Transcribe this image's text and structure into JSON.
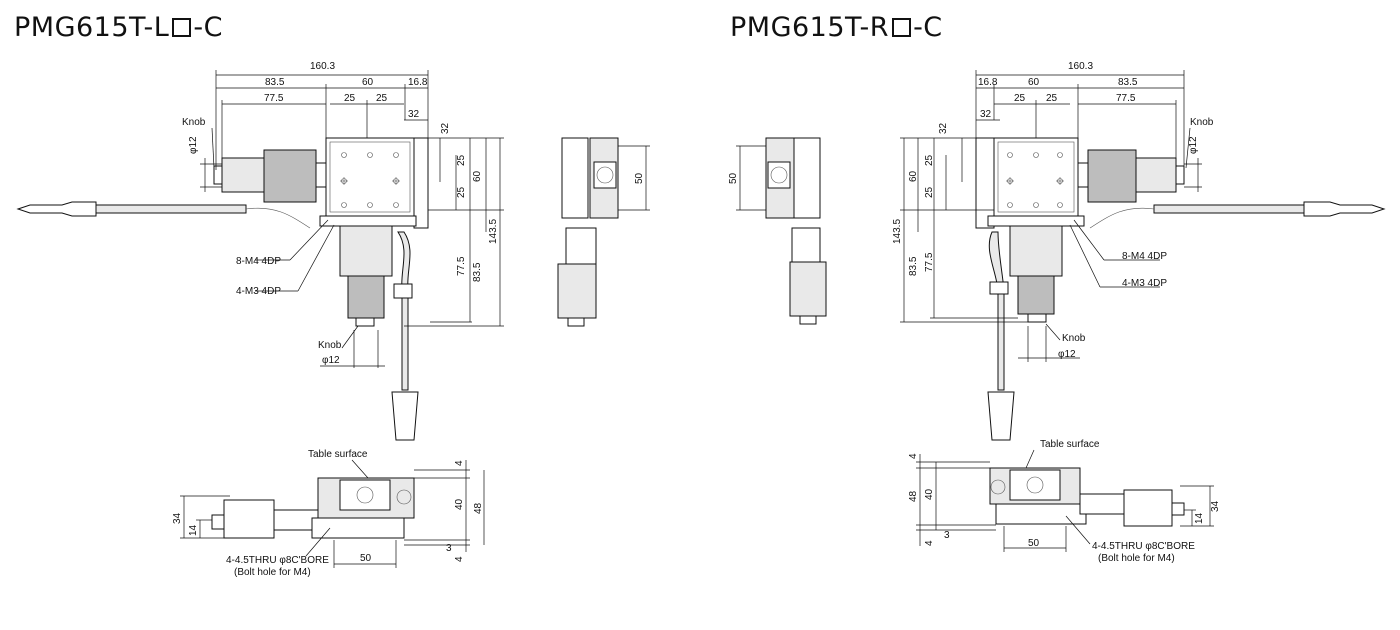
{
  "titles": {
    "left_prefix": "PMG615T-L",
    "left_suffix": "-C",
    "right_prefix": "PMG615T-R",
    "right_suffix": "-C"
  },
  "left": {
    "dims": {
      "overall_width": "160.3",
      "d83_5": "83.5",
      "d60": "60",
      "d16_8": "16.8",
      "d77_5": "77.5",
      "d25a": "25",
      "d25b": "25",
      "d32_top": "32",
      "d32_side": "32",
      "d25_v1": "25",
      "d25_v2": "25",
      "d60_v": "60",
      "d143_5": "143.5",
      "d77_5_v": "77.5",
      "d83_5_v": "83.5",
      "phi12_side": "φ12",
      "phi12_bottom": "φ12",
      "side_view_50": "50",
      "front_4_top": "4",
      "front_40": "40",
      "front_48": "48",
      "front_34": "34",
      "front_14": "14",
      "front_3": "3",
      "front_4_bottom": "4",
      "front_50": "50"
    },
    "labels": {
      "knob_top": "Knob",
      "knob_bottom": "Knob",
      "m4": "8-M4 4DP",
      "m3": "4-M3 4DP",
      "table_surface": "Table surface",
      "bolt_hole_1": "4-4.5THRU φ8C'BORE",
      "bolt_hole_2": "(Bolt hole for M4)"
    }
  },
  "right": {
    "dims": {
      "overall_width": "160.3",
      "d16_8": "16.8",
      "d60": "60",
      "d83_5": "83.5",
      "d32_top": "32",
      "d25a": "25",
      "d25b": "25",
      "d77_5": "77.5",
      "d32_side": "32",
      "d25_v1": "25",
      "d25_v2": "25",
      "d60_v": "60",
      "d143_5": "143.5",
      "d83_5_v": "83.5",
      "d77_5_v": "77.5",
      "phi12_side": "φ12",
      "phi12_bottom": "φ12",
      "side_view_50": "50",
      "front_4_top": "4",
      "front_48": "48",
      "front_40": "40",
      "front_34": "34",
      "front_14": "14",
      "front_4_bottom": "4",
      "front_3": "3",
      "front_50": "50"
    },
    "labels": {
      "knob_top": "Knob",
      "knob_bottom": "Knob",
      "m4": "8-M4 4DP",
      "m3": "4-M3 4DP",
      "table_surface": "Table surface",
      "bolt_hole_1": "4-4.5THRU φ8C'BORE",
      "bolt_hole_2": "(Bolt hole for M4)"
    }
  }
}
